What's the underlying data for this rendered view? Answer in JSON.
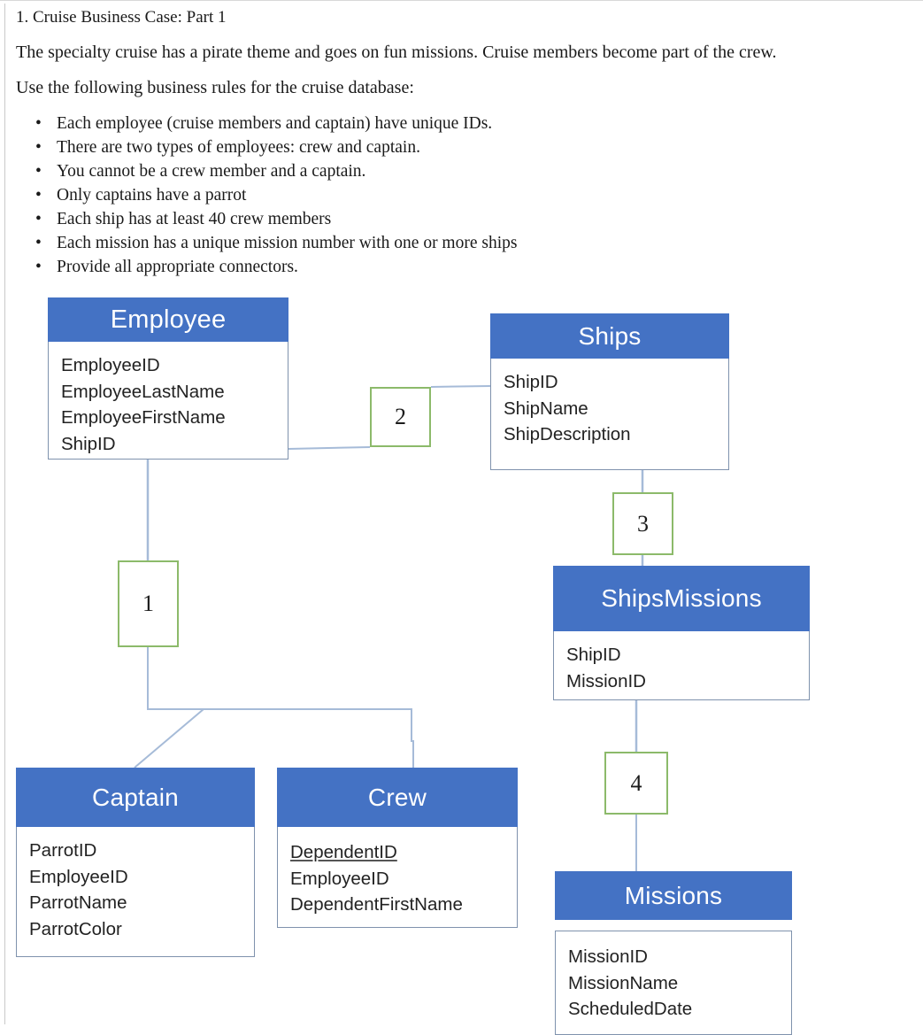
{
  "document": {
    "question_title": "1. Cruise Business Case: Part 1",
    "paragraph_1": "The specialty cruise has a pirate theme and goes on fun missions. Cruise members become part of the crew.",
    "paragraph_2": "Use the following business rules for the cruise database:",
    "bullet_char": "•",
    "rules": [
      "Each employee (cruise members and captain) have unique IDs.",
      "There are two types of employees: crew and captain.",
      "You cannot be a crew member and a captain.",
      "Only captains have a parrot",
      "Each ship has at least 40 crew members",
      "Each mission has a unique mission number with one or more ships",
      "Provide all appropriate connectors."
    ]
  },
  "diagram": {
    "header_color": "#4472C4",
    "border_color": "#7f92ad",
    "connector_color": "#a6bbd8",
    "numbox_border_color": "#8cba6a",
    "entities": [
      {
        "name": "Employee",
        "attributes": [
          "EmployeeID",
          "EmployeeLastName",
          "EmployeeFirstName",
          "ShipID"
        ]
      },
      {
        "name": "Ships",
        "attributes": [
          "ShipID",
          "ShipName",
          "ShipDescription"
        ]
      },
      {
        "name": "ShipsMissions",
        "attributes": [
          "ShipID",
          "MissionID"
        ]
      },
      {
        "name": "Captain",
        "attributes": [
          "ParrotID",
          "EmployeeID",
          "ParrotName",
          "ParrotColor"
        ]
      },
      {
        "name": "Crew",
        "attributes": [
          "DependentID",
          "EmployeeID",
          "DependentFirstName"
        ]
      },
      {
        "name": "Missions",
        "attributes": [
          "MissionID",
          "MissionName",
          "ScheduledDate"
        ]
      }
    ],
    "connector_labels": [
      {
        "value": "1"
      },
      {
        "value": "2"
      },
      {
        "value": "3"
      },
      {
        "value": "4"
      }
    ]
  }
}
